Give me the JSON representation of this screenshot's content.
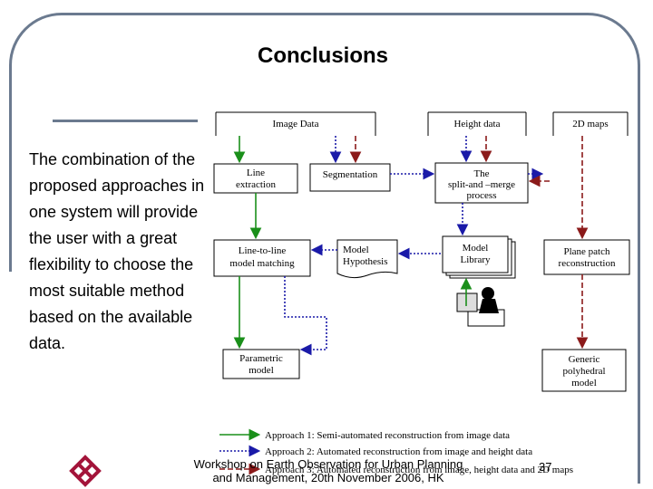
{
  "title": "Conclusions",
  "body_text": "The combination of the proposed approaches in one system will provide the user with a great flexibility to choose the most suitable method based on the available data.",
  "diagram": {
    "inputs": {
      "image_data": "Image Data",
      "height_data": "Height data",
      "maps_2d": "2D maps"
    },
    "nodes": {
      "line_extraction": [
        "Line",
        "extraction"
      ],
      "segmentation": "Segmentation",
      "split_merge": [
        "The",
        "split-and –merge",
        "process"
      ],
      "line_to_line": [
        "Line-to-line",
        "model matching"
      ],
      "model_hypothesis": [
        "Model",
        "Hypothesis"
      ],
      "model_library": [
        "Model",
        "Library"
      ],
      "plane_patch": [
        "Plane patch",
        "reconstruction"
      ],
      "parametric": [
        "Parametric",
        "model"
      ],
      "generic": [
        "Generic",
        "polyhedral",
        "model"
      ]
    },
    "legend": [
      "Approach 1: Semi-automated reconstruction from image data",
      "Approach 2: Automated reconstruction from image and height data",
      "Approach 3: Automated reconstruction from image, height data and 2D maps"
    ],
    "colors": {
      "approach1": "#1a8f1a",
      "approach2": "#1a1aa8",
      "approach3": "#8b1a1a"
    }
  },
  "footer": {
    "line1": "Workshop on Earth Observation for Urban Planning",
    "line2": "and Management, 20th November 2006, HK",
    "page_number": "37"
  }
}
